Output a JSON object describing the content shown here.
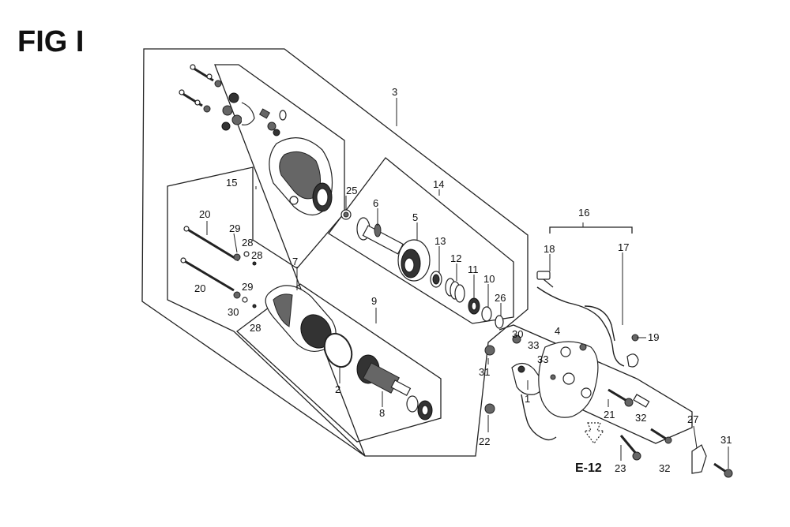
{
  "figure": {
    "title": "FIG I",
    "reference": "E-12"
  },
  "callouts": [
    {
      "id": "c1",
      "label": "1"
    },
    {
      "id": "c2",
      "label": "2"
    },
    {
      "id": "c3",
      "label": "3"
    },
    {
      "id": "c4",
      "label": "4"
    },
    {
      "id": "c5",
      "label": "5"
    },
    {
      "id": "c6",
      "label": "6"
    },
    {
      "id": "c7",
      "label": "7"
    },
    {
      "id": "c8",
      "label": "8"
    },
    {
      "id": "c9",
      "label": "9"
    },
    {
      "id": "c10",
      "label": "10"
    },
    {
      "id": "c11",
      "label": "11"
    },
    {
      "id": "c12",
      "label": "12"
    },
    {
      "id": "c13",
      "label": "13"
    },
    {
      "id": "c14",
      "label": "14"
    },
    {
      "id": "c15",
      "label": "15"
    },
    {
      "id": "c16",
      "label": "16"
    },
    {
      "id": "c17",
      "label": "17"
    },
    {
      "id": "c18",
      "label": "18"
    },
    {
      "id": "c19",
      "label": "19"
    },
    {
      "id": "c20a",
      "label": "20"
    },
    {
      "id": "c20b",
      "label": "20"
    },
    {
      "id": "c21",
      "label": "21"
    },
    {
      "id": "c22",
      "label": "22"
    },
    {
      "id": "c23",
      "label": "23"
    },
    {
      "id": "c25",
      "label": "25"
    },
    {
      "id": "c26",
      "label": "26"
    },
    {
      "id": "c27",
      "label": "27"
    },
    {
      "id": "c28a",
      "label": "28"
    },
    {
      "id": "c28b",
      "label": "28"
    },
    {
      "id": "c29a",
      "label": "29"
    },
    {
      "id": "c29b",
      "label": "29"
    },
    {
      "id": "c30a",
      "label": "30"
    },
    {
      "id": "c30b",
      "label": "30"
    },
    {
      "id": "c31a",
      "label": "31"
    },
    {
      "id": "c31b",
      "label": "31"
    },
    {
      "id": "c31c",
      "label": "31"
    },
    {
      "id": "c32a",
      "label": "32"
    },
    {
      "id": "c32b",
      "label": "32"
    },
    {
      "id": "c33a",
      "label": "33"
    },
    {
      "id": "c33b",
      "label": "33"
    }
  ]
}
